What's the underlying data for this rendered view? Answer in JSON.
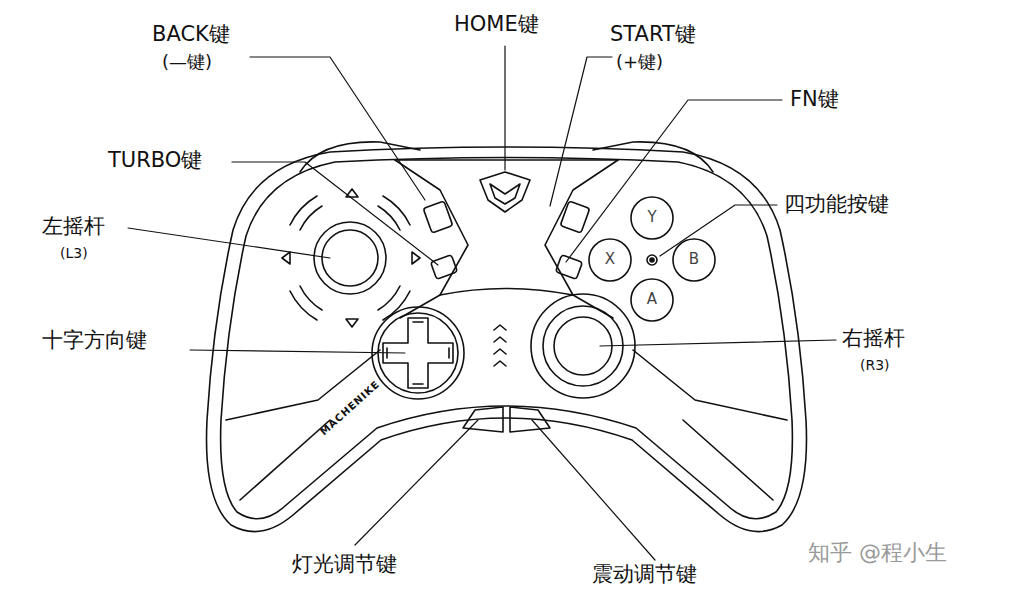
{
  "diagram": {
    "labels": [
      "BACK键",
      "(—键)",
      "HOME键",
      "START键",
      "(+键)",
      "FN键",
      "TURBO键",
      "四功能按键",
      "左摇杆",
      "(L3)",
      "十字方向键",
      "右摇杆",
      "(R3)",
      "灯光调节键",
      "震动调节键",
      "MACHENIKE",
      "Y",
      "X",
      "B",
      "A",
      "知乎 @程小生"
    ]
  }
}
